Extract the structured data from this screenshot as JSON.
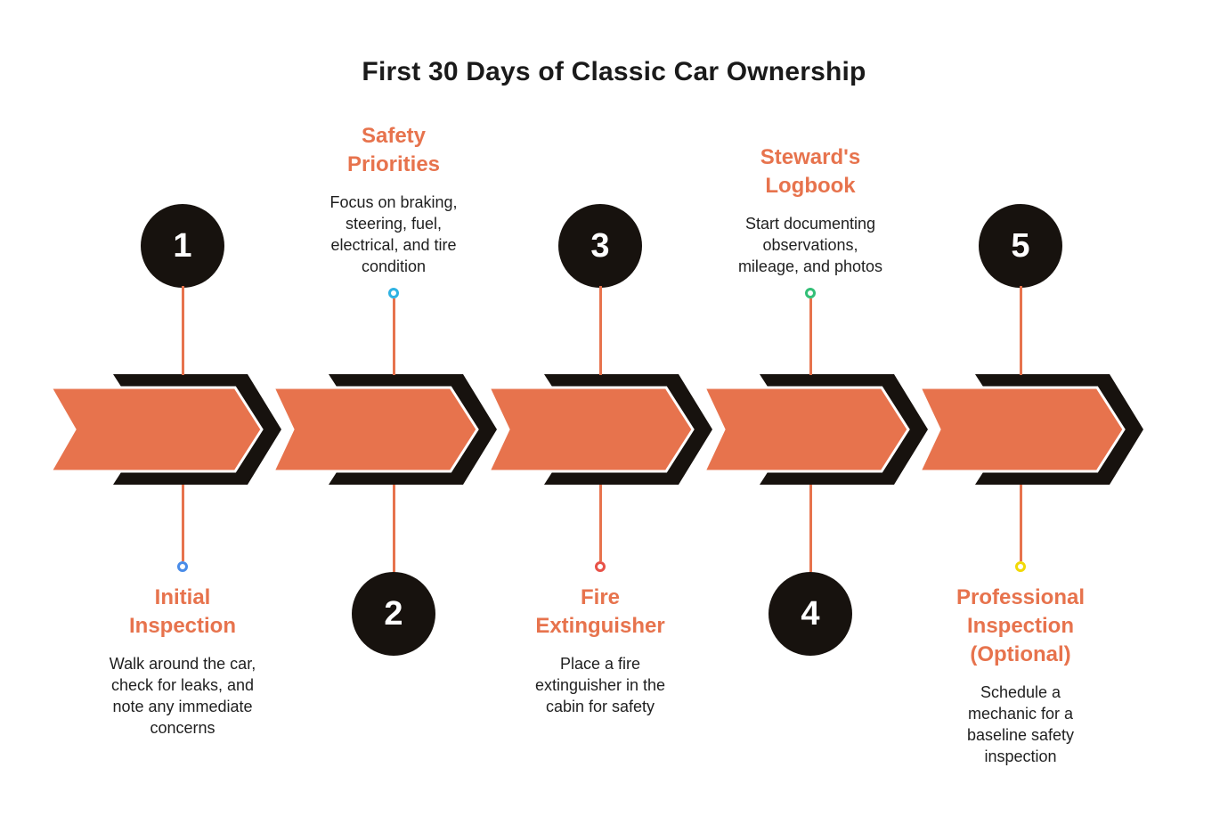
{
  "title": "First 30 Days of Classic Car Ownership",
  "colors": {
    "accent": "#E7734D",
    "ink": "#17120E",
    "text": "#1F1F1F"
  },
  "steps": [
    {
      "number": "1",
      "title": "Initial\nInspection",
      "description": "Walk around the car,\ncheck for leaks, and\nnote any immediate\nconcerns",
      "marker_color": "#4A8CE8",
      "text_position": "below"
    },
    {
      "number": "2",
      "title": "Safety\nPriorities",
      "description": "Focus on braking,\nsteering, fuel,\nelectrical, and tire\ncondition",
      "marker_color": "#2FB2E2",
      "text_position": "above"
    },
    {
      "number": "3",
      "title": "Fire\nExtinguisher",
      "description": "Place a fire\nextinguisher in the\ncabin for safety",
      "marker_color": "#E85248",
      "text_position": "below"
    },
    {
      "number": "4",
      "title": "Steward's\nLogbook",
      "description": "Start documenting\nobservations,\nmileage, and photos",
      "marker_color": "#33BF77",
      "text_position": "above"
    },
    {
      "number": "5",
      "title": "Professional\nInspection\n(Optional)",
      "description": "Schedule a\nmechanic for a\nbaseline safety\ninspection",
      "marker_color": "#F2D906",
      "text_position": "below"
    }
  ]
}
